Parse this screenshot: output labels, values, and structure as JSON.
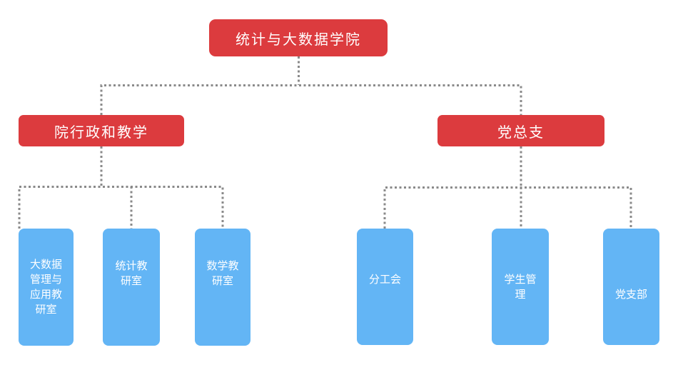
{
  "colors": {
    "node_red": "#dc3b3e",
    "node_blue": "#63b5f5",
    "node_text": "#ffffff",
    "connector_gray": "#8a8a8a",
    "background": "#ffffff"
  },
  "org_chart": {
    "type": "org-tree",
    "root": {
      "label": "统计与大数据学院"
    },
    "branches": [
      {
        "label": "院行政和教学",
        "children": [
          {
            "label": "大数据管理与应用教研室"
          },
          {
            "label": "统计教研室"
          },
          {
            "label": "数学教研室"
          }
        ]
      },
      {
        "label": "党总支",
        "children": [
          {
            "label": "分工会"
          },
          {
            "label": "学生管理"
          },
          {
            "label": "党支部"
          }
        ]
      }
    ]
  }
}
